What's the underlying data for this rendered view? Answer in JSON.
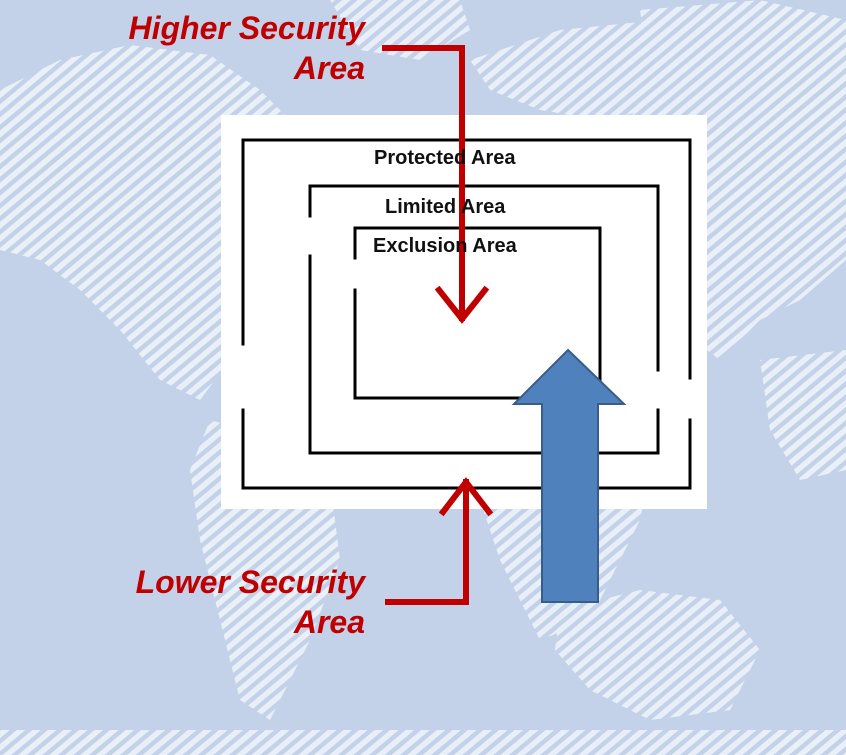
{
  "higher_security": {
    "line1": "Higher Security",
    "line2": "Area"
  },
  "lower_security": {
    "line1": "Lower Security",
    "line2": "Area"
  },
  "zones": {
    "protected": "Protected Area",
    "limited": "Limited Area",
    "exclusion": "Exclusion Area"
  },
  "colors": {
    "background": "#c3d2e8",
    "map_hatch": "#e9eff8",
    "caption_red": "#c00000",
    "arrow_red": "#c00000",
    "big_arrow_fill": "#4f81bd",
    "big_arrow_stroke": "#385d8a",
    "zone_border": "#000000",
    "panel": "#ffffff"
  },
  "icons": {
    "red_arrow_down": "arrow-down-icon",
    "red_arrow_up": "arrow-up-icon",
    "blue_arrow_up": "block-arrow-up-icon"
  }
}
